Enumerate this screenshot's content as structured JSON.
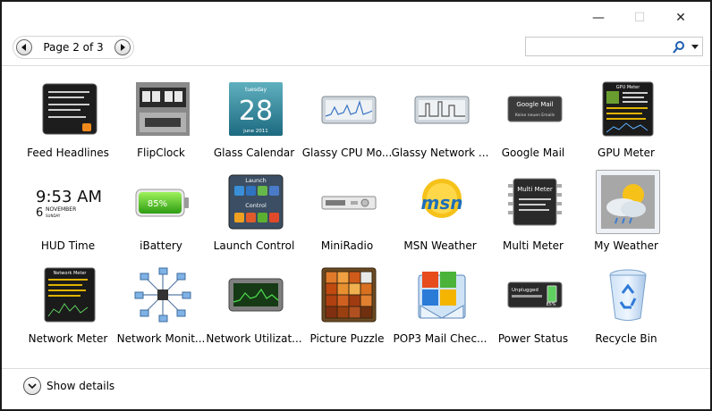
{
  "window": {
    "minimize_glyph": "—",
    "maximize_glyph": "☐",
    "close_glyph": "✕"
  },
  "nav": {
    "page_label": "Page 2 of 3"
  },
  "search": {
    "placeholder": ""
  },
  "gadgets": [
    {
      "label": "Feed Headlines",
      "icon": "feed-headlines-icon"
    },
    {
      "label": "FlipClock",
      "icon": "flipclock-icon"
    },
    {
      "label": "Glass Calendar",
      "icon": "glass-calendar-icon",
      "weekday": "tuesday",
      "day": "28",
      "month": "june 2011"
    },
    {
      "label": "Glassy CPU Mo...",
      "icon": "glassy-cpu-monitor-icon"
    },
    {
      "label": "Glassy Network ...",
      "icon": "glassy-network-icon"
    },
    {
      "label": "Google Mail",
      "icon": "google-mail-icon",
      "line1": "Google Mail",
      "line2": "Keine neuen Emails"
    },
    {
      "label": "GPU Meter",
      "icon": "gpu-meter-icon",
      "title": "GPU Meter"
    },
    {
      "label": "HUD Time",
      "icon": "hud-time-icon",
      "time": "9:53 AM",
      "day": "6",
      "month": "NOVEMBER",
      "weekday": "SUNDAY"
    },
    {
      "label": "iBattery",
      "icon": "battery-icon",
      "percent": "85%"
    },
    {
      "label": "Launch Control",
      "icon": "launch-control-icon",
      "top": "Launch",
      "mid": "Control"
    },
    {
      "label": "MiniRadio",
      "icon": "mini-radio-icon"
    },
    {
      "label": "MSN Weather",
      "icon": "msn-weather-icon",
      "text": "msn"
    },
    {
      "label": "Multi Meter",
      "icon": "multi-meter-icon",
      "title": "Multi Meter"
    },
    {
      "label": "My Weather",
      "icon": "my-weather-icon",
      "selected": true
    },
    {
      "label": "Network Meter",
      "icon": "network-meter-icon",
      "title": "Network Meter"
    },
    {
      "label": "Network Monit...",
      "icon": "network-monitor-icon"
    },
    {
      "label": "Network Utilizat...",
      "icon": "network-utilization-icon"
    },
    {
      "label": "Picture Puzzle",
      "icon": "picture-puzzle-icon"
    },
    {
      "label": "POP3 Mail Chec...",
      "icon": "pop3-mail-icon"
    },
    {
      "label": "Power Status",
      "icon": "power-status-icon",
      "line1": "Unplugged",
      "percent": "85%"
    },
    {
      "label": "Recycle Bin",
      "icon": "recycle-bin-icon"
    }
  ],
  "footer": {
    "details_label": "Show details"
  }
}
